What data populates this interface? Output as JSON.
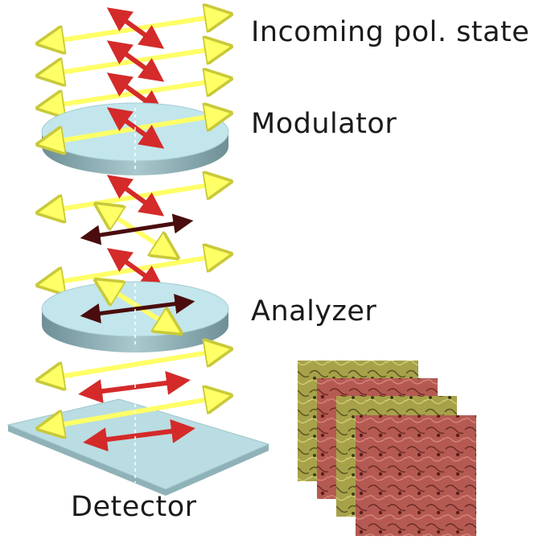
{
  "labels": {
    "incoming": "Incoming pol. state",
    "modulator": "Modulator",
    "analyzer": "Analyzer",
    "detector": "Detector"
  },
  "colors": {
    "yellow_arrow": "#ffff66",
    "yellow_arrow_edge": "#c9c93a",
    "red_arrow": "#d42a2a",
    "dark_arrow": "#4a0c0c",
    "plate_top": "#c2e6ec",
    "plate_side": "#8fb2b8",
    "detector_plate": "#b9dde2",
    "image_yellow": "#a7a24a",
    "image_red": "#b55a52"
  },
  "icons": {
    "stack": "solar-image-stack-icon"
  }
}
